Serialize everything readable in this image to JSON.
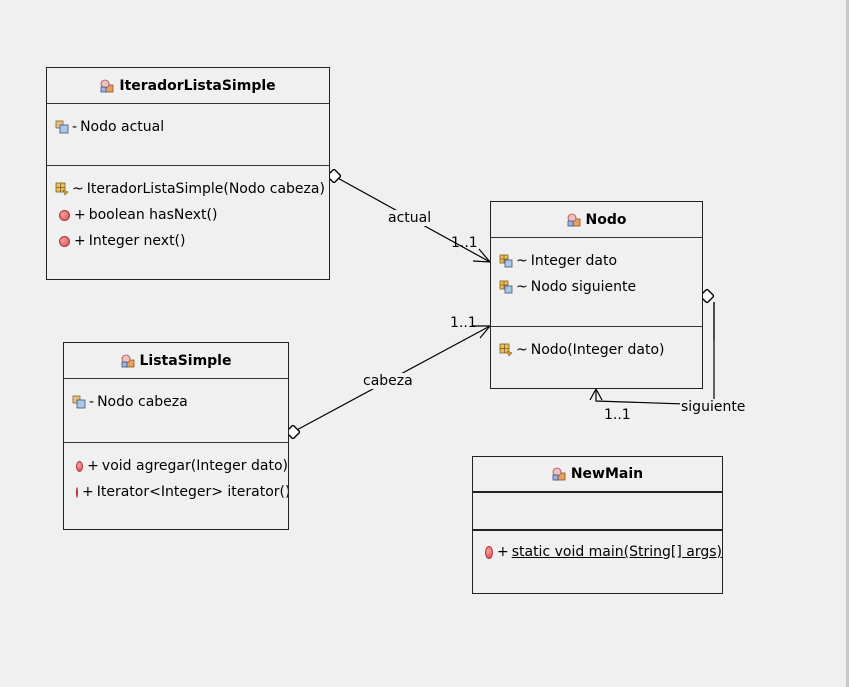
{
  "classes": {
    "iterador": {
      "name": "IteradorListaSimple",
      "attributes": [
        {
          "vis": "-",
          "text": "Nodo actual"
        }
      ],
      "operations": [
        {
          "vis": "~",
          "text": "IteradorListaSimple(Nodo cabeza)"
        },
        {
          "vis": "+",
          "text": "boolean hasNext()"
        },
        {
          "vis": "+",
          "text": "Integer next()"
        }
      ]
    },
    "lista": {
      "name": "ListaSimple",
      "attributes": [
        {
          "vis": "-",
          "text": "Nodo cabeza"
        }
      ],
      "operations": [
        {
          "vis": "+",
          "text": "void agregar(Integer dato)"
        },
        {
          "vis": "+",
          "text": "Iterator<Integer> iterator()"
        }
      ]
    },
    "nodo": {
      "name": "Nodo",
      "attributes": [
        {
          "vis": "~",
          "text": "Integer dato"
        },
        {
          "vis": "~",
          "text": "Nodo siguiente"
        }
      ],
      "operations": [
        {
          "vis": "~",
          "text": "Nodo(Integer dato)"
        }
      ]
    },
    "newmain": {
      "name": "NewMain",
      "operations": [
        {
          "vis": "+",
          "text": "static void main(String[] args)"
        }
      ]
    }
  },
  "associations": {
    "actual": {
      "role": "actual",
      "multiplicity": "1..1"
    },
    "cabeza": {
      "role": "cabeza",
      "multiplicity": "1..1"
    },
    "siguiente": {
      "role": "siguiente",
      "multiplicity": "1..1"
    }
  },
  "colors": {
    "background": "#f0f0f0",
    "line": "#000000",
    "operation_dot": "#d84848",
    "class_icon": "#e8a060"
  }
}
